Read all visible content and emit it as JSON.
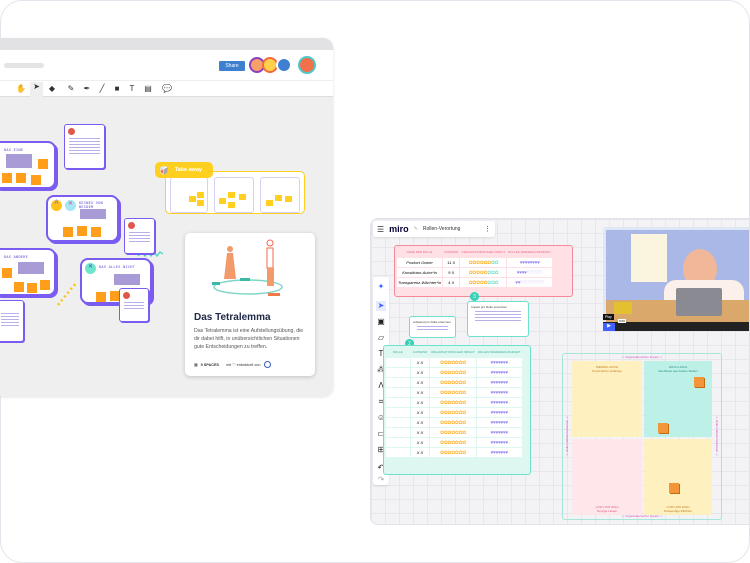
{
  "left_board": {
    "share_label": "Share",
    "toolbar_icons": [
      "hand-icon",
      "cursor-icon",
      "eraser-icon",
      "pen-icon",
      "marker-icon",
      "line-icon",
      "shapes-icon",
      "text-icon",
      "sticky-note-icon",
      "comment-icon"
    ],
    "text_tool_glyph": "T",
    "frames": [
      {
        "label": "DAS EINE"
      },
      {
        "label": "KEINES VON BEIDEM"
      },
      {
        "label": "DAS ANDERE"
      },
      {
        "label": "DAS ALLES NICHT"
      }
    ],
    "takeaway_label": "Take away",
    "template_card": {
      "title": "Das Tetralemma",
      "description": "Das Tetralemma ist eine Aufstellungsübung, die dir dabei hilft, in unübersichtlichen Situationen gute Entscheidungen zu treffen.",
      "spaces": "9 SPACES",
      "credit": "mit ♡ entwickelt von"
    }
  },
  "right_board": {
    "app_name": "miro",
    "board_title": "Rollen-Verortung",
    "top_table": {
      "headers": [
        "NAME DER ROLLE",
        "AUFWAND",
        "ORGANISATORISCHER IMPACT",
        "ROLLEN-WIEDERHOLBARKEIT"
      ],
      "rows": [
        {
          "name": "Product Owner",
          "effort": "11 X",
          "impact": 6,
          "impact_max": 8,
          "hearts": 8,
          "hearts_max": 8
        },
        {
          "name": "Konstitutor-Autor*in",
          "effort": "9 X",
          "impact": 5,
          "impact_max": 8,
          "hearts": 4,
          "hearts_max": 8
        },
        {
          "name": "Transparenz-Wächter*in",
          "effort": "4 X",
          "impact": 5,
          "impact_max": 8,
          "hearts": 2,
          "hearts_max": 8
        }
      ]
    },
    "step_badges": [
      "2",
      "3"
    ],
    "notes": [
      "Aufwand pro Rolle erkennen",
      "Impact pro Rolle einordnen"
    ],
    "lower_table": {
      "headers": [
        "ROLLE",
        "AUFWAND",
        "ORGANISATORISCHER IMPACT",
        "ROLLEN-WIEDERHOLBARKEIT"
      ],
      "row_count": 10,
      "effort": "X X"
    },
    "matrix": {
      "top_axis": "<- Organisatorischer Impact ->",
      "bottom_axis": "<- Organisatorischer Impact ->",
      "left_axis": "<- Rollen-Wiederholbarkeit ->",
      "right_axis": "<- Rollen-Wiederholbarkeit ->",
      "quadrants": [
        {
          "small": "NIEDRIG HOCH",
          "title": "Persönlicher Lieblinge",
          "color": "#fff0bf"
        },
        {
          "small": "HOCH HOCH",
          "title": "Das Beste aus beiden Welten",
          "color": "#bdf0e6"
        },
        {
          "small": "LOW LOW HIGH",
          "title": "Nervige Lasten",
          "color": "#ffe6ea"
        },
        {
          "small": "LOW LOW HIGH",
          "title": "Notwendige Pflichten",
          "color": "#fff0bf"
        }
      ]
    },
    "video": {
      "play_tooltip": "Play",
      "time": "0:00"
    }
  },
  "colors": {
    "frame": "#7b5cf0",
    "teal": "#34d1b4",
    "pink_border": "#f28a9a",
    "orange": "#ff9e1b",
    "yellow": "#ffd020",
    "share": "#3f7fd0"
  }
}
